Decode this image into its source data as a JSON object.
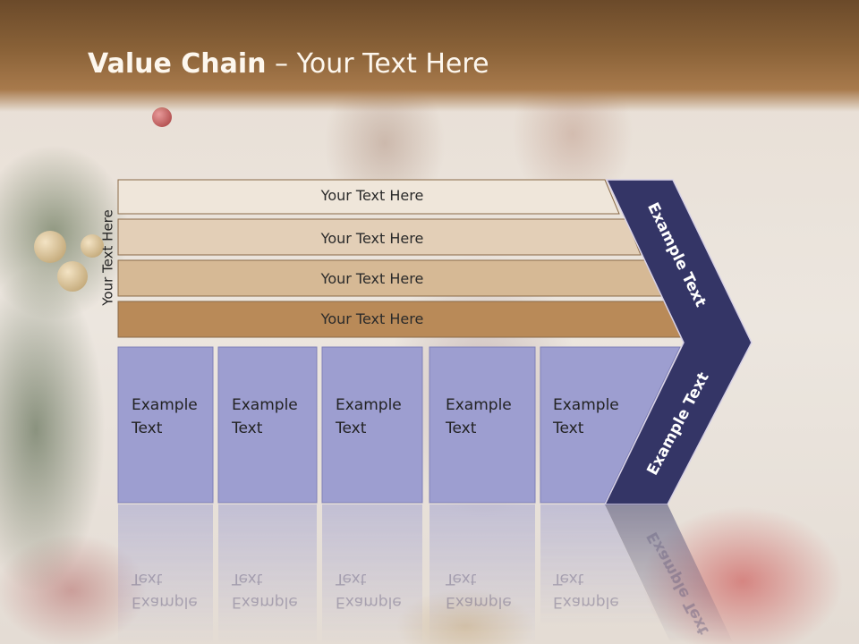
{
  "title": {
    "bold": "Value Chain",
    "rest": " – Your Text Here"
  },
  "side_label": "Your Text Here",
  "support_activities": [
    {
      "label": "Your Text Here",
      "color": "#efe6da"
    },
    {
      "label": "Your Text Here",
      "color": "#e3cfb7"
    },
    {
      "label": "Your Text Here",
      "color": "#d6b995"
    },
    {
      "label": "Your Text Here",
      "color": "#b98a58"
    }
  ],
  "primary_activities": [
    {
      "line1": "Example",
      "line2": "Text"
    },
    {
      "line1": "Example",
      "line2": "Text"
    },
    {
      "line1": "Example",
      "line2": "Text"
    },
    {
      "line1": "Example",
      "line2": "Text"
    },
    {
      "line1": "Example",
      "line2": "Text"
    }
  ],
  "chevron": {
    "top_label": "Example Text",
    "bottom_label": "Example Text"
  },
  "colors": {
    "primary_box": "#9d9ed0",
    "primary_box_border": "#7f80b8",
    "chevron": "#343566",
    "support_border": "#8a6a48",
    "title_band": "#8a6238"
  }
}
